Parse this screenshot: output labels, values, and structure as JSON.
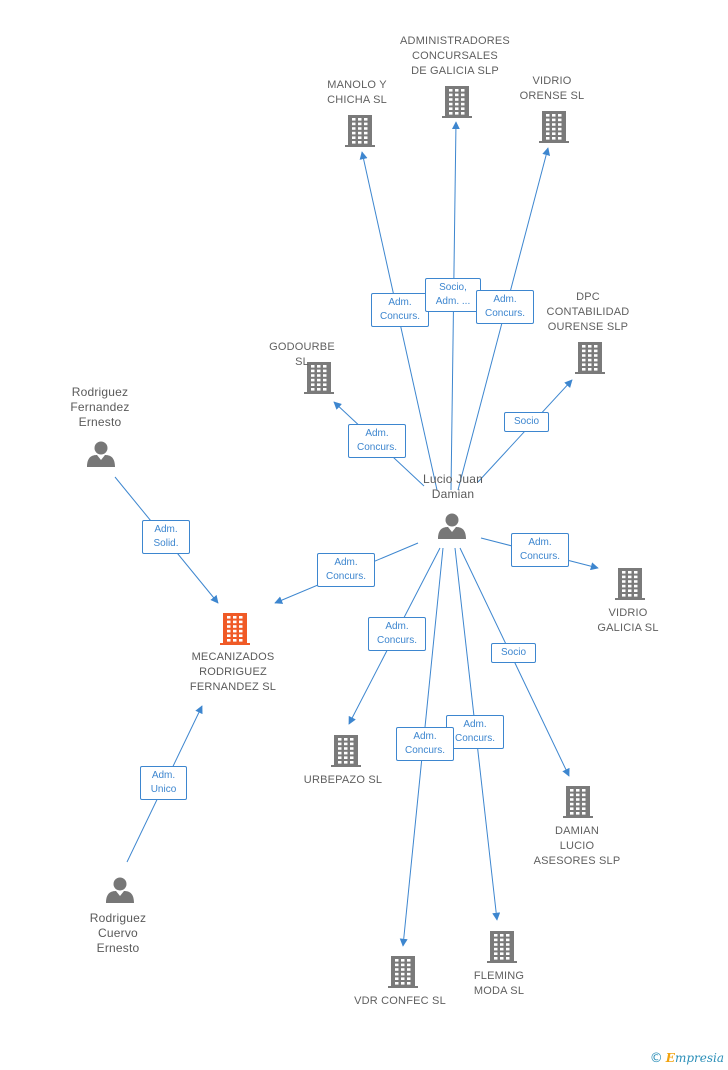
{
  "colors": {
    "edge": "#3d86cf",
    "company": "#7a7a7a",
    "focus_company": "#f05a26",
    "person": "#777777"
  },
  "center": {
    "name": "Lucio Juan\nDamian"
  },
  "focus_company": {
    "name": "MECANIZADOS\nRODRIGUEZ\nFERNANDEZ SL"
  },
  "persons": [
    {
      "name": "Rodriguez\nFernandez\nErnesto"
    },
    {
      "name": "Rodriguez\nCuervo\nErnesto"
    }
  ],
  "companies": [
    {
      "name": "MANOLO Y\nCHICHA SL"
    },
    {
      "name": "ADMINISTRADORES\nCONCURSALES\nDE GALICIA SLP"
    },
    {
      "name": "VIDRIO\nORENSE SL"
    },
    {
      "name": "DPC\nCONTABILIDAD\nOURENSE SLP"
    },
    {
      "name": "GODOURBE SL"
    },
    {
      "name": "VIDRIO\nGALICIA SL"
    },
    {
      "name": "URBEPAZO SL"
    },
    {
      "name": "DAMIAN\nLUCIO\nASESORES SLP"
    },
    {
      "name": "VDR CONFEC SL"
    },
    {
      "name": "FLEMING\nMODA SL"
    }
  ],
  "edge_labels": [
    "Adm.\nConcurs.",
    "Socio,\nAdm. ...",
    "Adm.\nConcurs.",
    "Socio",
    "Adm.\nConcurs.",
    "Adm.\nConcurs.",
    "Adm.\nConcurs.",
    "Adm.\nConcurs.",
    "Socio",
    "Adm.\nConcurs.",
    "Adm.\nConcurs.",
    "Adm.\nSolid.",
    "Adm.\nUnico"
  ],
  "footer": {
    "copyright": "©",
    "brand_initial": "E",
    "brand_rest": "mpresia"
  }
}
